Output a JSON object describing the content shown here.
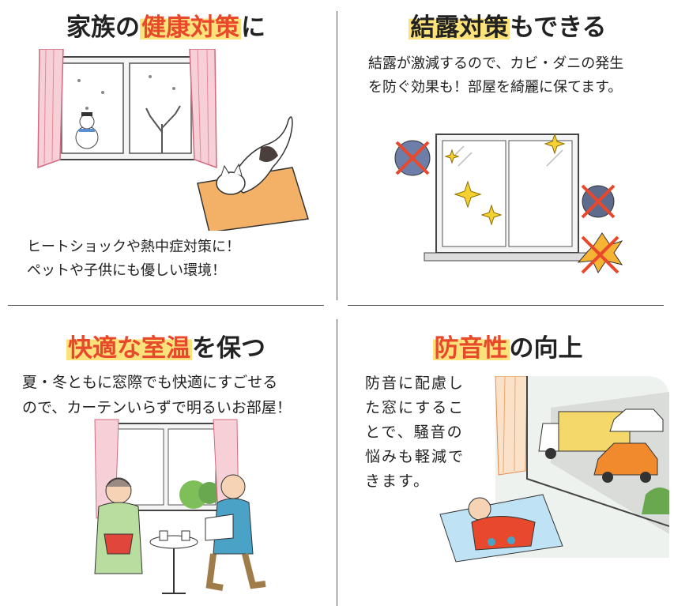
{
  "panels": [
    {
      "heading": {
        "pre": "家族の",
        "highlight": "健康対策",
        "post": "に"
      },
      "lines": [
        "ヒートショックや熱中症対策に！",
        "ペットや子供にも優しい環境！"
      ]
    },
    {
      "heading": {
        "pre": "",
        "highlight": "結露対策",
        "post": "もできる"
      },
      "lines": [
        "結露が激減するので、カビ・ダニの発生",
        "を防ぐ効果も！部屋を綺麗に保てます。"
      ]
    },
    {
      "heading": {
        "pre": "",
        "highlight": "快適な室温",
        "post": "を保つ"
      },
      "lines": [
        "夏・冬ともに窓際でも快適にすごせる",
        "ので、カーテンいらずで明るいお部屋！"
      ]
    },
    {
      "heading": {
        "pre": "",
        "highlight": "防音性",
        "post": "の向上"
      },
      "lines": [
        "防音に配慮し",
        "た窓にするこ",
        "とで、騒音の",
        "悩みも軽減で",
        "きます。"
      ]
    }
  ],
  "colors": {
    "highlight_bg": "#fbe27a",
    "accent_red": "#e8482c",
    "curtain_pink": "#e8889a",
    "mold_blue": "#6d7fa8"
  },
  "icons": [
    "window-icon",
    "curtain-icon",
    "snowman-icon",
    "cat-icon",
    "sparkle-icon",
    "mold-icon",
    "elderly-couple-icon",
    "truck-icon",
    "car-icon",
    "baby-icon"
  ]
}
